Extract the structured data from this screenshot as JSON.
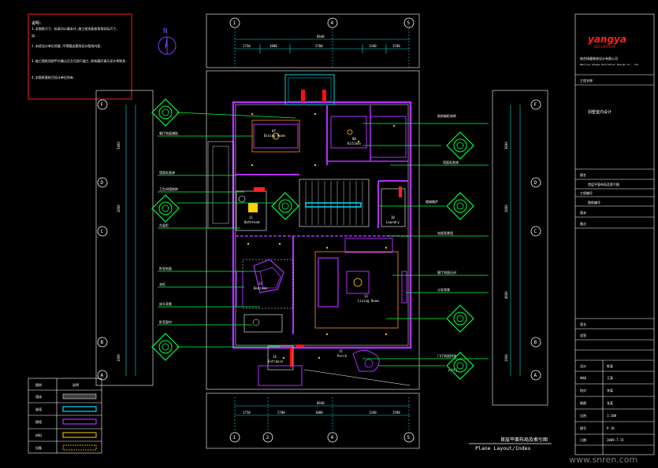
{
  "drawing": {
    "title_cn": "首层平面布局及索引图",
    "title_en": "Plane Layout/Index",
    "watermark": "www.snren.com",
    "north_label": "N"
  },
  "notes": {
    "heading": "说明:",
    "lines": [
      "1.本图纸尺寸、标高均以毫米计,施工前须复核现场实际尺寸,",
      "如.",
      "2.未经设计单位同意,不得擅自更改设计图纸内容.",
      "3.施工图纸须经甲方确认后方可进行施工,如有疑问请与设计师联系.",
      "4.本图纸版权归设计单位所有."
    ]
  },
  "grid": {
    "top_axes": [
      "1",
      "4",
      "5"
    ],
    "bottom_axes": [
      "1",
      "2",
      "4",
      "5"
    ],
    "left_axes": [
      "F",
      "D",
      "C",
      "B",
      "A"
    ],
    "right_axes": [
      "F",
      "D",
      "C",
      "B",
      "A"
    ],
    "top_total_dim": "8640",
    "top_sub_dims": [
      "1750",
      "1800",
      "2700",
      "1340",
      "1590"
    ],
    "bottom_total_dim": "8640",
    "bottom_sub_dims": [
      "1750",
      "2700",
      "1800",
      "1340",
      "1590"
    ],
    "left_dims": [
      "5400",
      "2800",
      "1900"
    ],
    "right_dims": [
      "3600",
      "2800",
      "4600",
      "1900"
    ]
  },
  "rooms": [
    {
      "code": "07",
      "name": "Dining Room"
    },
    {
      "code": "08",
      "name": "Kitchen"
    },
    {
      "code": "11",
      "name": "Bathroom"
    },
    {
      "code": "10",
      "name": "Laundry"
    },
    {
      "code": "12",
      "name": "Bedroom"
    },
    {
      "code": "13",
      "name": "Living Room"
    },
    {
      "code": "14",
      "name": "Entrance"
    },
    {
      "code": "15",
      "name": "Porch"
    }
  ],
  "legend": {
    "header": [
      "图例",
      "说明"
    ],
    "rows": [
      "墙体",
      "玻璃",
      "隔墙",
      "材料",
      "设备"
    ]
  },
  "title_block": {
    "company_logo": "yangya",
    "company_sub": "DECORATION",
    "company_cn": "南京扬雅装饰设计有限公司",
    "company_en": "Nanjing Yangya Decoration Design Co., Ltd",
    "project_label": "工程名称",
    "project_value": "别墅室内设计",
    "drawing_label": "图名",
    "drawing_value": "首层平面布局及索引图",
    "field_rows": [
      {
        "label": "设计",
        "value": "陈某"
      },
      {
        "label": "审核",
        "value": "王某"
      },
      {
        "label": "校对",
        "value": "李某"
      },
      {
        "label": "制图",
        "value": "张某"
      },
      {
        "label": "比例",
        "value": "1:100"
      },
      {
        "label": "图号",
        "value": "P-10"
      },
      {
        "label": "日期",
        "value": "2009.7.15"
      }
    ],
    "misc_lines": [
      "工程编号",
      "图纸编号",
      "版本",
      "备注",
      "签名",
      "会签"
    ]
  },
  "annotations_left": [
    "餐厅地面铺贴",
    "墙面乳胶漆",
    "卫生间墙地砖",
    "台盆柜",
    "卧室地面",
    "衣柜",
    "床头背景",
    "卧室窗帘"
  ],
  "annotations_right": [
    "厨房橱柜地砖",
    "墙面乳胶漆",
    "楼梯踏步",
    "电视背景墙",
    "客厅地面石材",
    "沙发背景",
    "门厅地面拼花",
    "入户门"
  ]
}
